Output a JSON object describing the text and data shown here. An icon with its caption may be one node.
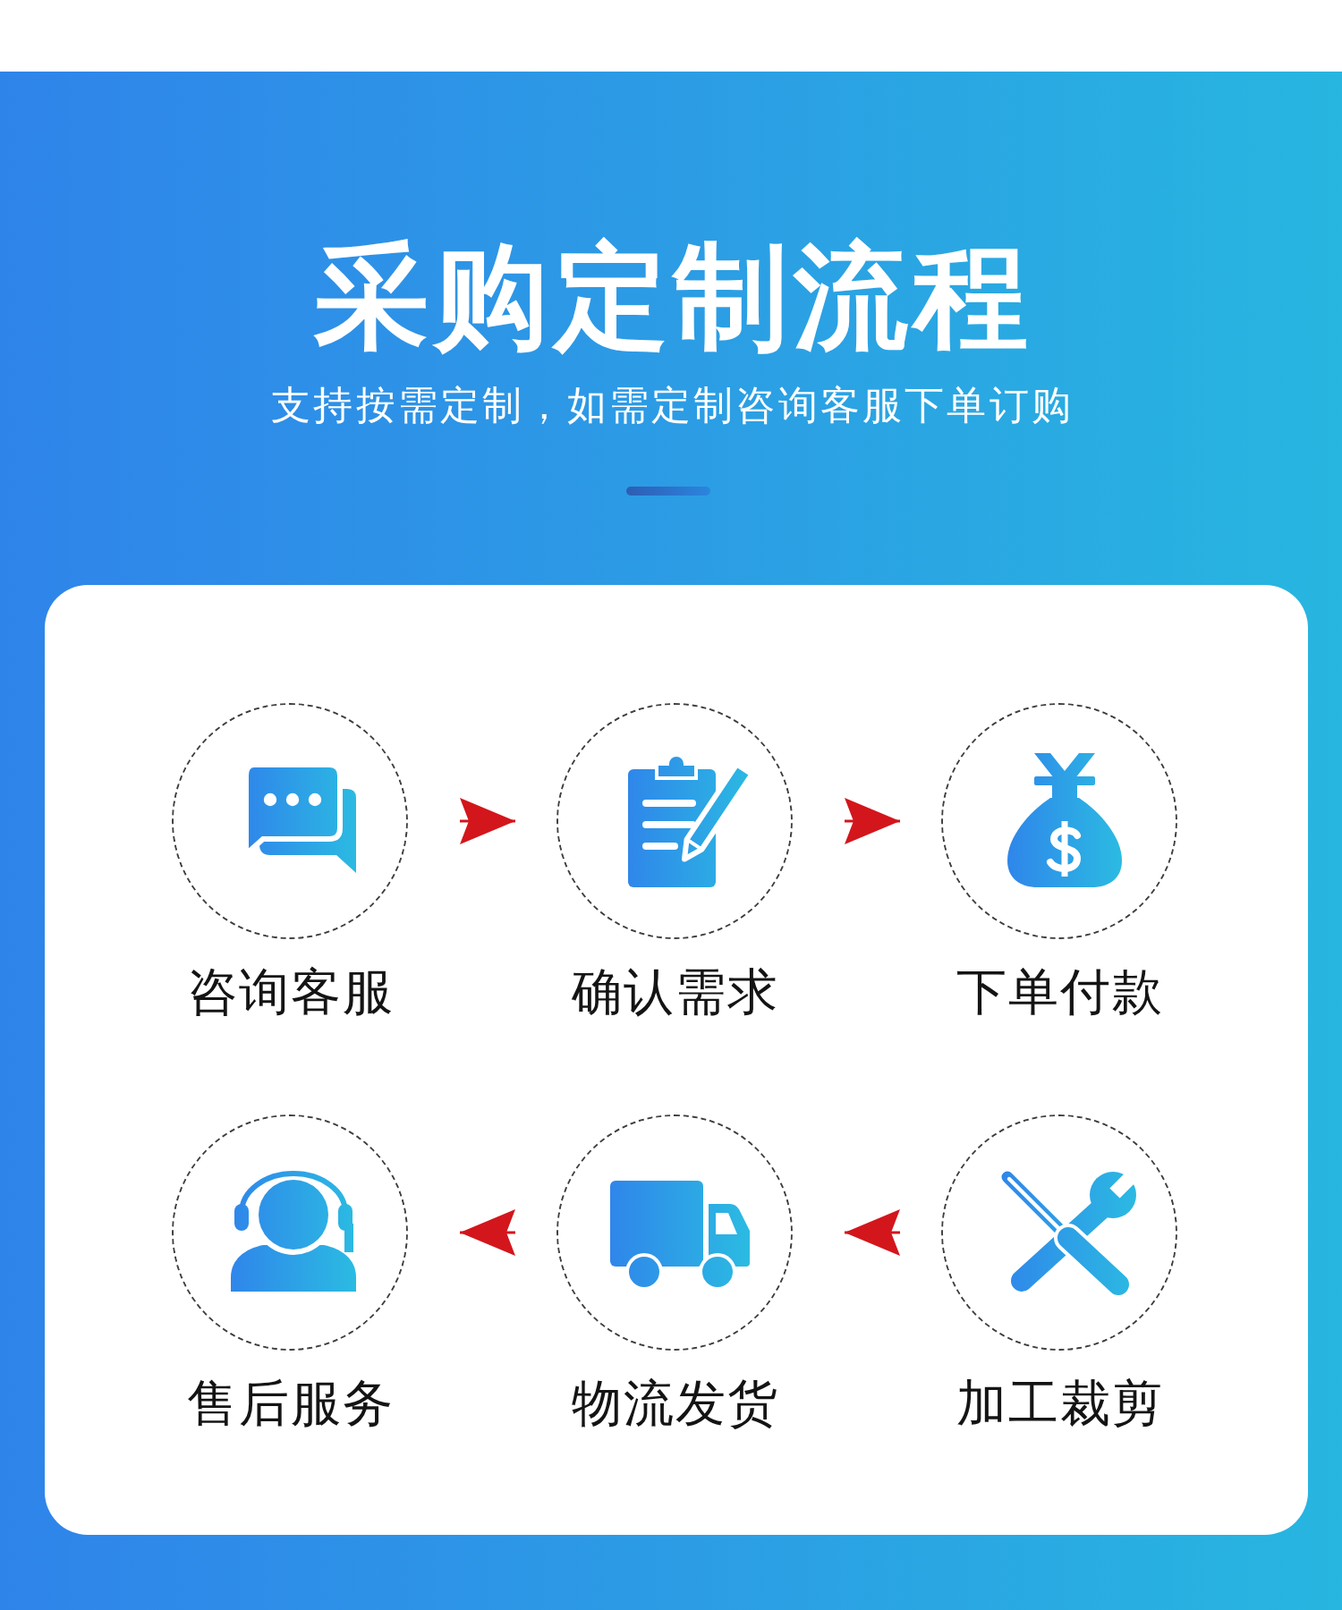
{
  "diagram": {
    "title": "采购定制流程",
    "nodes": [
      {
        "text": [
          "咨询客服"
        ]
      },
      {
        "text": [
          "确认需求"
        ]
      },
      {
        "text": [
          "下单付款"
        ]
      },
      {
        "text": [
          "售后服务"
        ]
      },
      {
        "text": [
          "物流发货"
        ]
      },
      {
        "text": [
          "加工裁剪"
        ]
      }
    ],
    "edges": [
      {
        "from": 0,
        "to": 1,
        "arrow": "to"
      },
      {
        "from": 1,
        "to": 2,
        "arrow": "to"
      },
      {
        "from": 5,
        "to": 4,
        "arrow": "to"
      },
      {
        "from": 4,
        "to": 3,
        "arrow": "to"
      }
    ],
    "labels": [
      "支持按需定制，如需定制咨询客服下单订购"
    ]
  }
}
